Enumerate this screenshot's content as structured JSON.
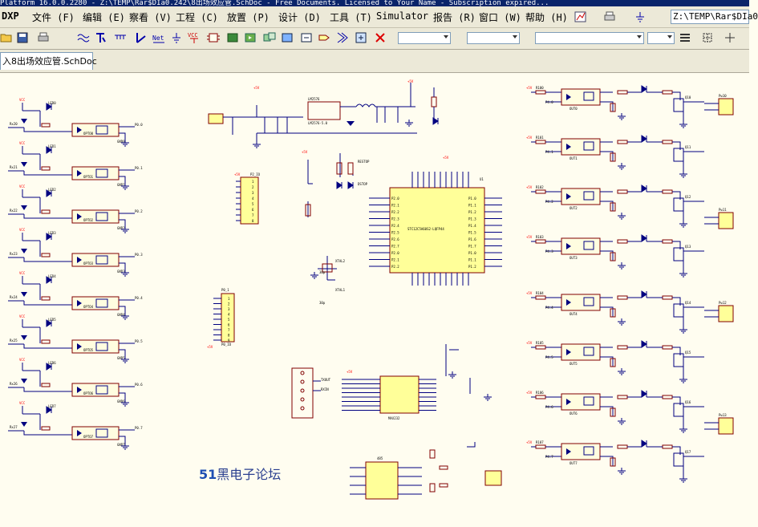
{
  "window": {
    "title": "Platform 16.0.0.2280 - Z:\\TEMP\\Rar$DIa0.242\\8出场效应管.SchDoc - Free Documents. Licensed to Your Name - Subscription expired..."
  },
  "menu": {
    "logo": "DXP",
    "items": [
      "文件 (F)",
      "编辑 (E)",
      "察看 (V)",
      "工程 (C)",
      "放置 (P)",
      "设计 (D)",
      "工具 (T)",
      "Simulator",
      "报告 (R)",
      "窗口 (W)",
      "帮助 (H)"
    ],
    "path": "Z:\\TEMP\\Rar$DIa0"
  },
  "document_tab": {
    "label": "入8出场效应管.SchDoc"
  },
  "canvas": {
    "watermark_prefix": "51",
    "watermark_text": "黑电子论坛",
    "mcu_label": "STC12C5A60S2-LQFP44",
    "max_label": "MAX232",
    "regulator_label": "LM2576-5.0",
    "opto_left": [
      "OPTO0",
      "OPTO1",
      "OPTO2",
      "OPTO3",
      "OPTO4",
      "OPTO5",
      "OPTO6",
      "OPTO7"
    ],
    "opto_right": [
      "OUT0",
      "OUT1",
      "OUT2",
      "OUT3",
      "OUT4",
      "OUT5",
      "OUT6",
      "OUT7"
    ],
    "gnd_label": "GND",
    "vcc_label": "VCC"
  },
  "colors": {
    "wire": "#000080",
    "component": "#800000",
    "body_fill": "#ffff99",
    "label": "#000000",
    "power": "#ff0000"
  }
}
